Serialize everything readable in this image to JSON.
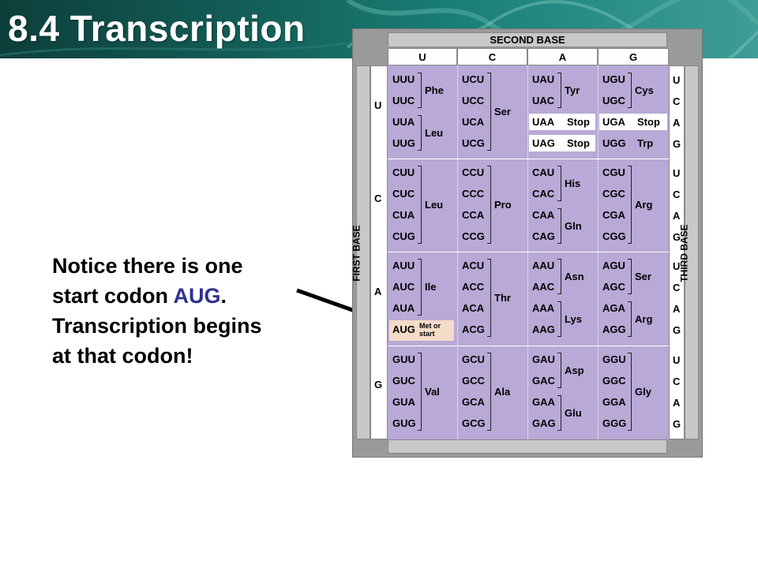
{
  "slide": {
    "title": "8.4 Transcription",
    "notice_line1": "Notice there is one",
    "notice_line2a": "start codon ",
    "notice_aug": "AUG",
    "notice_line2b": ".",
    "notice_line3": "Transcription begins",
    "notice_line4": "at that codon!",
    "aug_color": "#2e3192"
  },
  "table": {
    "second_base_label": "SECOND BASE",
    "first_base_label": "FIRST BASE",
    "third_base_label": "THIRD BASE",
    "columns": [
      "U",
      "C",
      "A",
      "G"
    ],
    "rows": [
      "U",
      "C",
      "A",
      "G"
    ],
    "third_letters": [
      "U",
      "C",
      "A",
      "G"
    ],
    "grid_color": "#b8a9d6",
    "blocks": {
      "UU": {
        "codons": [
          "UUU",
          "UUC",
          "UUA",
          "UUG"
        ],
        "aa": [
          "Phe",
          "Leu"
        ]
      },
      "UC": {
        "codons": [
          "UCU",
          "UCC",
          "UCA",
          "UCG"
        ],
        "aa": [
          "Ser"
        ]
      },
      "UA": {
        "codons": [
          "UAU",
          "UAC",
          "UAA",
          "UAG"
        ],
        "aa": [
          "Tyr",
          "Stop",
          "Stop"
        ]
      },
      "UG": {
        "codons": [
          "UGU",
          "UGC",
          "UGA",
          "UGG"
        ],
        "aa": [
          "Cys",
          "Stop",
          "Trp"
        ]
      },
      "CU": {
        "codons": [
          "CUU",
          "CUC",
          "CUA",
          "CUG"
        ],
        "aa": [
          "Leu"
        ]
      },
      "CC": {
        "codons": [
          "CCU",
          "CCC",
          "CCA",
          "CCG"
        ],
        "aa": [
          "Pro"
        ]
      },
      "CA": {
        "codons": [
          "CAU",
          "CAC",
          "CAA",
          "CAG"
        ],
        "aa": [
          "His",
          "Gln"
        ]
      },
      "CG": {
        "codons": [
          "CGU",
          "CGC",
          "CGA",
          "CGG"
        ],
        "aa": [
          "Arg"
        ]
      },
      "AU": {
        "codons": [
          "AUU",
          "AUC",
          "AUA",
          "AUG"
        ],
        "aa": [
          "Ile",
          "Met or",
          "start"
        ]
      },
      "AC": {
        "codons": [
          "ACU",
          "ACC",
          "ACA",
          "ACG"
        ],
        "aa": [
          "Thr"
        ]
      },
      "AA": {
        "codons": [
          "AAU",
          "AAC",
          "AAA",
          "AAG"
        ],
        "aa": [
          "Asn",
          "Lys"
        ]
      },
      "AG": {
        "codons": [
          "AGU",
          "AGC",
          "AGA",
          "AGG"
        ],
        "aa": [
          "Ser",
          "Arg"
        ]
      },
      "GU": {
        "codons": [
          "GUU",
          "GUC",
          "GUA",
          "GUG"
        ],
        "aa": [
          "Val"
        ]
      },
      "GC": {
        "codons": [
          "GCU",
          "GCC",
          "GCA",
          "GCG"
        ],
        "aa": [
          "Ala"
        ]
      },
      "GA": {
        "codons": [
          "GAU",
          "GAC",
          "GAA",
          "GAG"
        ],
        "aa": [
          "Asp",
          "Glu"
        ]
      },
      "GG": {
        "codons": [
          "GGU",
          "GGC",
          "GGA",
          "GGG"
        ],
        "aa": [
          "Gly"
        ]
      }
    }
  }
}
